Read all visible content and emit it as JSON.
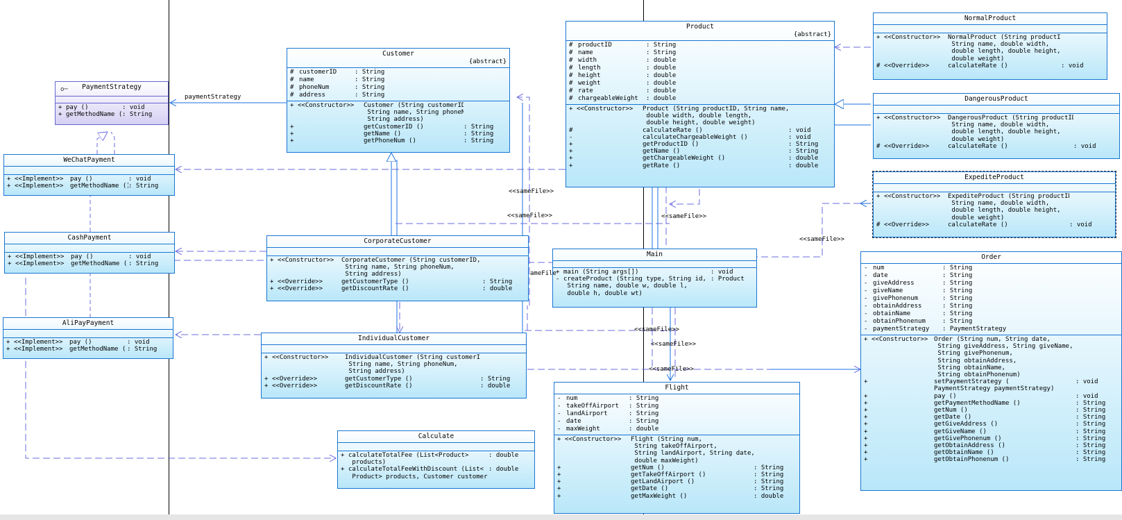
{
  "classes": {
    "payment_strategy": {
      "name": "PaymentStrategy",
      "stereotype": "",
      "attributes": [],
      "methods": [
        {
          "vis": "+",
          "stereo": "",
          "sig": "pay ()",
          "ret": ": void"
        },
        {
          "vis": "+",
          "stereo": "",
          "sig": "getMethodName ()",
          "ret": ": String"
        }
      ]
    },
    "wechat_payment": {
      "name": "WeChatPayment",
      "attributes": [],
      "methods": [
        {
          "vis": "+",
          "stereo": "<<Implement>>",
          "sig": "pay ()",
          "ret": ": void"
        },
        {
          "vis": "+",
          "stereo": "<<Implement>>",
          "sig": "getMethodName ()",
          "ret": ": String"
        }
      ]
    },
    "cash_payment": {
      "name": "CashPayment",
      "attributes": [],
      "methods": [
        {
          "vis": "+",
          "stereo": "<<Implement>>",
          "sig": "pay ()",
          "ret": ": void"
        },
        {
          "vis": "+",
          "stereo": "<<Implement>>",
          "sig": "getMethodName ()",
          "ret": ": String"
        }
      ]
    },
    "alipay_payment": {
      "name": "AliPayPayment",
      "attributes": [],
      "methods": [
        {
          "vis": "+",
          "stereo": "<<Implement>>",
          "sig": "pay ()",
          "ret": ": void"
        },
        {
          "vis": "+",
          "stereo": "<<Implement>>",
          "sig": "getMethodName ()",
          "ret": ": String"
        }
      ]
    },
    "customer": {
      "name": "Customer",
      "stereotype": "{abstract}",
      "attributes": [
        {
          "vis": "#",
          "name": "customerID",
          "type": ": String"
        },
        {
          "vis": "#",
          "name": "name",
          "type": ": String"
        },
        {
          "vis": "#",
          "name": "phoneNum",
          "type": ": String"
        },
        {
          "vis": "#",
          "name": "address",
          "type": ": String"
        }
      ],
      "methods": [
        {
          "vis": "+",
          "stereo": "<<Constructor>>",
          "sig": "Customer (String customerID,\n String name, String phoneNum,\n String address)",
          "ret": ""
        },
        {
          "vis": "+",
          "stereo": "",
          "sig": "getCustomerID ()",
          "ret": ": String"
        },
        {
          "vis": "+",
          "stereo": "",
          "sig": "getName ()",
          "ret": ": String"
        },
        {
          "vis": "+",
          "stereo": "",
          "sig": "getPhoneNum ()",
          "ret": ": String"
        }
      ]
    },
    "corporate_customer": {
      "name": "CorporateCustomer",
      "attributes": [],
      "methods": [
        {
          "vis": "+",
          "stereo": "<<Constructor>>",
          "sig": "CorporateCustomer (String customerID,\n String name, String phoneNum,\n String address)",
          "ret": ""
        },
        {
          "vis": "+",
          "stereo": "<<Override>>",
          "sig": "getCustomerType ()",
          "ret": ": String"
        },
        {
          "vis": "+",
          "stereo": "<<Override>>",
          "sig": "getDiscountRate ()",
          "ret": ": double"
        }
      ]
    },
    "individual_customer": {
      "name": "IndividualCustomer",
      "attributes": [],
      "methods": [
        {
          "vis": "+",
          "stereo": "<<Constructor>>",
          "sig": "IndividualCustomer (String customerID,\n String name, String phoneNum,\n String address)",
          "ret": ""
        },
        {
          "vis": "+",
          "stereo": "<<Override>>",
          "sig": "getCustomerType ()",
          "ret": ": String"
        },
        {
          "vis": "+",
          "stereo": "<<Override>>",
          "sig": "getDiscountRate ()",
          "ret": ": double"
        }
      ]
    },
    "calculate": {
      "name": "Calculate",
      "attributes": [],
      "methods": [
        {
          "vis": "+",
          "stereo": "",
          "sig": "calculateTotalFee (List<Product>\n products)",
          "ret": ": double"
        },
        {
          "vis": "+",
          "stereo": "",
          "sig": "calculateTotalFeeWithDiscount (List<\n Product> products, Customer customer)",
          "ret": ": double"
        }
      ]
    },
    "product": {
      "name": "Product",
      "stereotype": "{abstract}",
      "attributes": [
        {
          "vis": "#",
          "name": "productID",
          "type": ": String"
        },
        {
          "vis": "#",
          "name": "name",
          "type": ": String"
        },
        {
          "vis": "#",
          "name": "width",
          "type": ": double"
        },
        {
          "vis": "#",
          "name": "length",
          "type": ": double"
        },
        {
          "vis": "#",
          "name": "height",
          "type": ": double"
        },
        {
          "vis": "#",
          "name": "weight",
          "type": ": double"
        },
        {
          "vis": "#",
          "name": "rate",
          "type": ": double"
        },
        {
          "vis": "#",
          "name": "chargeableWeight",
          "type": ": double"
        }
      ],
      "methods": [
        {
          "vis": "+",
          "stereo": "<<Constructor>>",
          "sig": "Product (String productID, String name,\n double width, double length,\n double height, double weight)",
          "ret": ""
        },
        {
          "vis": "#",
          "stereo": "",
          "sig": "calculateRate ()",
          "ret": ": void"
        },
        {
          "vis": "-",
          "stereo": "",
          "sig": "calculateChargeableWeight ()",
          "ret": ": void"
        },
        {
          "vis": "+",
          "stereo": "",
          "sig": "getProductID ()",
          "ret": ": String"
        },
        {
          "vis": "+",
          "stereo": "",
          "sig": "getName ()",
          "ret": ": String"
        },
        {
          "vis": "+",
          "stereo": "",
          "sig": "getChargeableWeight ()",
          "ret": ": double"
        },
        {
          "vis": "+",
          "stereo": "",
          "sig": "getRate ()",
          "ret": ": double"
        }
      ]
    },
    "main": {
      "name": "Main",
      "attributes": [],
      "methods": [
        {
          "vis": "+",
          "stereo": "",
          "sig": "main (String args[])",
          "ret": ": void"
        },
        {
          "vis": "-",
          "stereo": "",
          "sig": "createProduct (String type, String id,\n String name, double w, double l,\n double h, double wt)",
          "ret": ": Product"
        }
      ]
    },
    "flight": {
      "name": "Flight",
      "attributes": [
        {
          "vis": "-",
          "name": "num",
          "type": ": String"
        },
        {
          "vis": "-",
          "name": "takeOffAirport",
          "type": ": String"
        },
        {
          "vis": "-",
          "name": "landAirport",
          "type": ": String"
        },
        {
          "vis": "-",
          "name": "date",
          "type": ": String"
        },
        {
          "vis": "-",
          "name": "maxWeight",
          "type": ": double"
        }
      ],
      "methods": [
        {
          "vis": "+",
          "stereo": "<<Constructor>>",
          "sig": "Flight (String num,\n String takeOffAirport,\n String landAirport, String date,\n double maxWeight)",
          "ret": ""
        },
        {
          "vis": "+",
          "stereo": "",
          "sig": "getNum ()",
          "ret": ": String"
        },
        {
          "vis": "+",
          "stereo": "",
          "sig": "getTakeOffAirport ()",
          "ret": ": String"
        },
        {
          "vis": "+",
          "stereo": "",
          "sig": "getLandAirport ()",
          "ret": ": String"
        },
        {
          "vis": "+",
          "stereo": "",
          "sig": "getDate ()",
          "ret": ": String"
        },
        {
          "vis": "+",
          "stereo": "",
          "sig": "getMaxWeight ()",
          "ret": ": double"
        }
      ]
    },
    "normal_product": {
      "name": "NormalProduct",
      "attributes": [],
      "methods": [
        {
          "vis": "+",
          "stereo": "<<Constructor>>",
          "sig": "NormalProduct (String productID,\n String name, double width,\n double length, double height,\n double weight)",
          "ret": ""
        },
        {
          "vis": "#",
          "stereo": "<<Override>>",
          "sig": "calculateRate ()",
          "ret": ": void"
        }
      ]
    },
    "dangerous_product": {
      "name": "DangerousProduct",
      "attributes": [],
      "methods": [
        {
          "vis": "+",
          "stereo": "<<Constructor>>",
          "sig": "DangerousProduct (String productID,\n String name, double width,\n double length, double height,\n double weight)",
          "ret": ""
        },
        {
          "vis": "#",
          "stereo": "<<Override>>",
          "sig": "calculateRate ()",
          "ret": ": void"
        }
      ]
    },
    "expedite_product": {
      "name": "ExpediteProduct",
      "attributes": [],
      "methods": [
        {
          "vis": "+",
          "stereo": "<<Constructor>>",
          "sig": "ExpediteProduct (String productID,\n String name, double width,\n double length, double height,\n double weight)",
          "ret": ""
        },
        {
          "vis": "#",
          "stereo": "<<Override>>",
          "sig": "calculateRate ()",
          "ret": ": void"
        }
      ]
    },
    "order": {
      "name": "Order",
      "attributes": [
        {
          "vis": "-",
          "name": "num",
          "type": ": String"
        },
        {
          "vis": "-",
          "name": "date",
          "type": ": String"
        },
        {
          "vis": "-",
          "name": "giveAddress",
          "type": ": String"
        },
        {
          "vis": "-",
          "name": "giveName",
          "type": ": String"
        },
        {
          "vis": "-",
          "name": "givePhonenum",
          "type": ": String"
        },
        {
          "vis": "-",
          "name": "obtainAddress",
          "type": ": String"
        },
        {
          "vis": "-",
          "name": "obtainName",
          "type": ": String"
        },
        {
          "vis": "-",
          "name": "obtainPhonenum",
          "type": ": String"
        },
        {
          "vis": "-",
          "name": "paymentStrategy",
          "type": ": PaymentStrategy"
        }
      ],
      "methods": [
        {
          "vis": "+",
          "stereo": "<<Constructor>>",
          "sig": "Order (String num, String date,\n String giveAddress, String giveName,\n String givePhonenum,\n String obtainAddress,\n String obtainName,\n String obtainPhonenum)",
          "ret": ""
        },
        {
          "vis": "+",
          "stereo": "",
          "sig": "setPaymentStrategy (\nPaymentStrategy paymentStrategy)",
          "ret": ": void"
        },
        {
          "vis": "+",
          "stereo": "",
          "sig": "pay ()",
          "ret": ": void"
        },
        {
          "vis": "+",
          "stereo": "",
          "sig": "getPaymentMethodName ()",
          "ret": ": String"
        },
        {
          "vis": "+",
          "stereo": "",
          "sig": "getNum ()",
          "ret": ": String"
        },
        {
          "vis": "+",
          "stereo": "",
          "sig": "getDate ()",
          "ret": ": String"
        },
        {
          "vis": "+",
          "stereo": "",
          "sig": "getGiveAddress ()",
          "ret": ": String"
        },
        {
          "vis": "+",
          "stereo": "",
          "sig": "getGiveName ()",
          "ret": ": String"
        },
        {
          "vis": "+",
          "stereo": "",
          "sig": "getGivePhonenum ()",
          "ret": ": String"
        },
        {
          "vis": "+",
          "stereo": "",
          "sig": "getObtainAddress ()",
          "ret": ": String"
        },
        {
          "vis": "+",
          "stereo": "",
          "sig": "getObtainName ()",
          "ret": ": String"
        },
        {
          "vis": "+",
          "stereo": "",
          "sig": "getObtainPhonenum ()",
          "ret": ": String"
        }
      ]
    }
  },
  "labels": {
    "payment_strategy_role": "paymentStrategy",
    "same_file": "<<sameFile>>",
    "same_file_truncated": "ameFile",
    "same_file_strike": "<<sameFile>>"
  },
  "colors": {
    "border": "#1874d2",
    "fill_top": "#ffffff",
    "fill_bottom": "#b9e7f9",
    "interface_border": "#6666cc",
    "interface_fill": "#d6d0f3",
    "line": "#1a6fe0",
    "dash": "#6b6bdf"
  }
}
